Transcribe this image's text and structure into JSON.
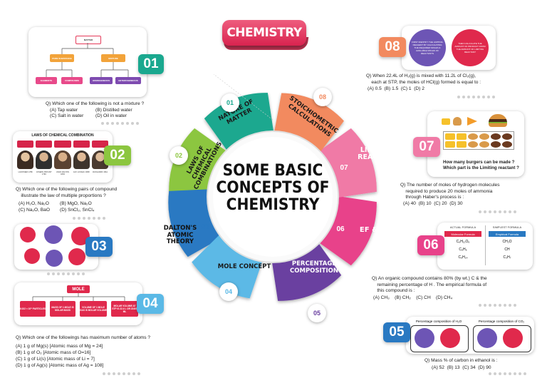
{
  "title": "CHEMISTRY",
  "center": [
    "SOME BASIC",
    "CONCEPTS OF",
    "CHEMISTRY"
  ],
  "petals": [
    {
      "num": "01",
      "label": "NATURE OF MATTER",
      "color": "#1aa88f"
    },
    {
      "num": "02",
      "label": "LAWS OF CHEMICAL COMBINATIONS",
      "color": "#8cc63f"
    },
    {
      "num": "03",
      "label": "DALTON'S ATOMIC THEORY",
      "color": "#2979c2"
    },
    {
      "num": "04",
      "label": "MOLE CONCEPT",
      "color": "#5bb9e6"
    },
    {
      "num": "05",
      "label": "PERCENTAGE COMPOSITION",
      "color": "#6a3fa0"
    },
    {
      "num": "06",
      "label": "EF & MF",
      "color": "#e8428a"
    },
    {
      "num": "07",
      "label": "LIMITING REACTANT",
      "color": "#f07aa6"
    },
    {
      "num": "08",
      "label": "STOICHIOMETRIC CALCULATIONS",
      "color": "#f28a5f"
    }
  ],
  "panel01": {
    "badge": "01",
    "tree": {
      "root": "MATTER",
      "pure": "PURE SUBSTANCE",
      "mixture": "MIXTURE",
      "elements": "ELEMENTS",
      "compounds": "COMPOUNDS",
      "homo": "HOMOGENEOUS",
      "hetero": "HETEROGENEOUS"
    },
    "question": "Q) Which one of the following is not a mixture ?",
    "options": [
      "(A) Tap water",
      "(B) Distilled water",
      "(C) Salt in water",
      "(D) Oil in water"
    ]
  },
  "panel02": {
    "badge": "02",
    "heading": "LAWS OF CHEMICAL COMBINATION",
    "scientists": [
      "LAVOISIER 1789",
      "JOSEPH PROUST 1799",
      "JOHN DALTON 1803",
      "GAY LUSSAC 1808",
      "AVOGADRO 1811"
    ],
    "question": "Q) Which one of the following pairs of compound\n    illustrate the law of multiple proportions ?",
    "options": [
      "(A) H₂O, Na₂O",
      "(B) MgO, Na₂O",
      "(C) Na₂O, BaO",
      "(D) SnCl₂, SnCl₄"
    ]
  },
  "panel03": {
    "badge": "03"
  },
  "panel04": {
    "badge": "04",
    "heading": "MOLE",
    "boxes": [
      "6.022 × 10²³ PARTICLES",
      "MASS OF 1 MOLE IS MOLAR MASS",
      "VOLUME OF 1 MOLE GAS IS MOLAR VOLUME",
      "MOLAR VOLUME AT STP IS 22.4 L OR 22400 ML"
    ],
    "question": "Q) Which one of the followings has maximum number of atoms ?",
    "options": [
      "(A) 1 g of Mg(s) [Atomic mass of Mg = 24]",
      "(B) 1 g of O₂ [Atomic mass of O=16]",
      "(C) 1 g of Li(s) [Atomic mass of Li = 7]",
      "(D) 1 g of Ag(s) [Atomic mass of Ag = 108]"
    ]
  },
  "panel05": {
    "badge": "05",
    "left_title": "Percentage composition of H₂O",
    "right_title": "Percentage composition of CO₂",
    "question": "Q) Mass % of carbon in ethanol is :",
    "options": "(A) 52  (B) 13  (C) 34  (D) 90"
  },
  "panel06": {
    "badge": "06",
    "actual": "ACTUAL FORMULA",
    "simplest": "SIMPLEST FORMULA",
    "molecular": "Molecular Formula",
    "empirical": "Empirical Formula",
    "mol_rows": [
      "C₆H₁₂O₆",
      "C₆H₆",
      "C₆H₁₄"
    ],
    "emp_rows": [
      "CH₂O",
      "CH",
      "C₃H₇"
    ],
    "question": "Q) An organic compound contains 80% (by wt.) C & the\n    remaining percentage of H . The empirical formula of\n    this compound is :",
    "options": "(A) CH₃    (B) CH₂    (C) CH    (D) CH₄"
  },
  "panel07": {
    "badge": "07",
    "caption": "How many burgers can be made ?\nWhich part is the Limiting reactant ?",
    "question": "Q) The number of moles of hydrogen molecules\n    required to produce 20 moles of ammonia\n    through Haber's process is :",
    "options": "(A) 40  (B) 10  (C) 20  (D) 30"
  },
  "panel08": {
    "badge": "08",
    "left": "FIRST IDENTIFY THE LIMITING REAGENT BY CALCULATING THE REQUIRED MOLES & AVAILABLE MOLES OF REACTANTS",
    "right": "THEN CALCULATE THE AMOUNT OF PRODUCT FROM THE AMOUNT OF LIMITING REACTANT",
    "question": "Q) When 22.4L of H₂(g) is mixed with 11.2L of Cl₂(g),\n    each at STP, the moles of HCl(g) formed is equal to :",
    "options": "(A) 0.5  (B) 1.5  (C) 1  (D) 2"
  },
  "colors": {
    "title_bg": "#e0295b",
    "title_shadow": "#9e1b40"
  }
}
